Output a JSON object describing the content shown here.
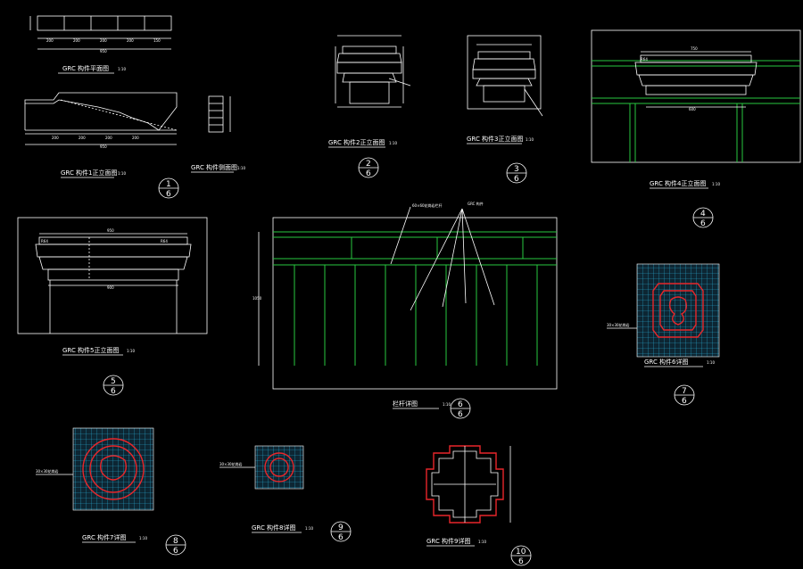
{
  "details": {
    "d1a": {
      "caption": "GRC 构件平面图",
      "scale": "1:10"
    },
    "d1b": {
      "caption": "GRC 构件1正立面图",
      "scale": "1:10"
    },
    "d1c": {
      "caption": "GRC 构件侧面图",
      "scale": "1:10"
    },
    "d2": {
      "caption": "GRC 构件2正立面图",
      "scale": "1:10"
    },
    "d3": {
      "caption": "GRC 构件3正立面图",
      "scale": "1:10"
    },
    "d4": {
      "caption": "GRC 构件4正立面图",
      "scale": "1:10"
    },
    "d5": {
      "caption": "GRC 构件5正立面图",
      "scale": "1:10"
    },
    "d6": {
      "caption": "栏杆详图",
      "scale": "1:10"
    },
    "d7": {
      "caption": "GRC 构件6详图",
      "scale": "1:10"
    },
    "d8": {
      "caption": "GRC 构件7详图",
      "scale": "1:10"
    },
    "d9": {
      "caption": "GRC 构件8详图",
      "scale": "1:10"
    },
    "d10": {
      "caption": "GRC 构件9详图",
      "scale": "1:10"
    }
  },
  "markers": [
    {
      "num": "1",
      "den": "6"
    },
    {
      "num": "2",
      "den": "6"
    },
    {
      "num": "3",
      "den": "6"
    },
    {
      "num": "4",
      "den": "6"
    },
    {
      "num": "5",
      "den": "6"
    },
    {
      "num": "6",
      "den": "6"
    },
    {
      "num": "7",
      "den": "6"
    },
    {
      "num": "8",
      "den": "6"
    },
    {
      "num": "9",
      "den": "6"
    },
    {
      "num": "10",
      "den": "6"
    }
  ],
  "callouts": {
    "tile": "30×30花岗岩",
    "grc": "GRC 构件",
    "rail": "60×60花岗岩栏杆"
  },
  "dims": {
    "d1a": [
      "200",
      "200",
      "200",
      "200",
      "150",
      "950"
    ],
    "d1b": [
      "200",
      "200",
      "200",
      "200",
      "950"
    ],
    "d5": [
      "950",
      "900",
      "R64",
      "R64"
    ],
    "d4": [
      "750",
      "600",
      "R64"
    ],
    "d6": [
      "1050"
    ]
  },
  "colors": {
    "background": "#000000",
    "line": "#ffffff",
    "rail": "#27c93f",
    "ornament": "#e8262a",
    "hatch": "#2ab0d8"
  }
}
